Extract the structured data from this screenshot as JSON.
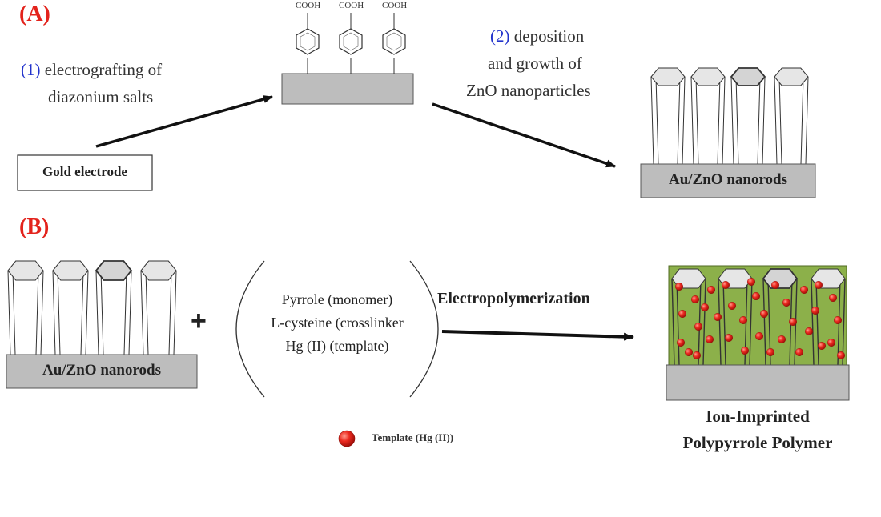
{
  "panel_a": {
    "label": "(A)",
    "step1_num": "(1)",
    "step1_line1": "electrografting of",
    "step1_line2": "diazonium salts",
    "step2_num": "(2)",
    "step2_line1": "deposition",
    "step2_line2": "and growth of",
    "step2_line3": "ZnO nanoparticles",
    "gold_electrode": "Gold electrode",
    "cooh_label": "COOH",
    "nanorods_label": "Au/ZnO nanorods"
  },
  "panel_b": {
    "label": "(B)",
    "nanorods_label": "Au/ZnO nanorods",
    "plus": "+",
    "reagent1": "Pyrrole (monomer)",
    "reagent2": "L-cysteine (crosslinker",
    "reagent3": "Hg (II) (template)",
    "process": "Electropolymerization",
    "product_line1": "Ion-Imprinted",
    "product_line2": "Polypyrrole Polymer",
    "legend": "Template (Hg (II))"
  },
  "colors": {
    "panel_label": "#e3231c",
    "step_number": "#2233cc",
    "substrate_gray": "#bdbdbd",
    "polymer_green": "#8cb04a",
    "template_red": "#e8201a"
  }
}
